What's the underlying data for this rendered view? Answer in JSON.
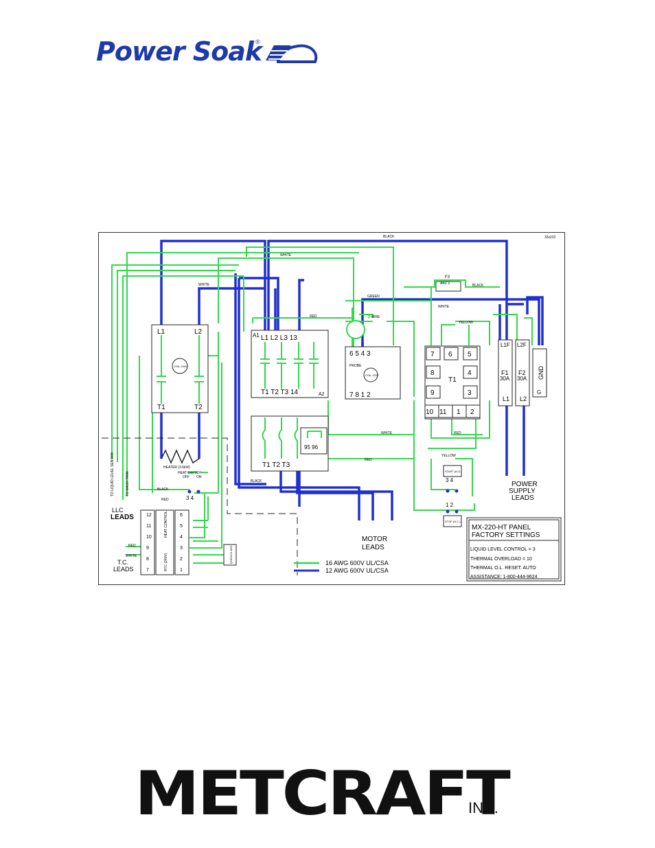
{
  "header": {
    "brand": "Power Soak",
    "brand_mark": "®",
    "logo_icon": "wave-logo-icon"
  },
  "schematic": {
    "drawing_no": "33x222",
    "wire_colors": {
      "black": "BLACK",
      "white": "WHITE",
      "red": "RED",
      "green": "GREEN",
      "yellow": "YELLOW"
    },
    "labels": {
      "two_wire": "2-WIRE",
      "probe": "PROBE",
      "coil_120v": "COIL 120V",
      "coil_240v": "COIL 240V",
      "heater": "HEATER (3.6kW)",
      "heat_switch": "HEAT SWITCH",
      "off": "OFF",
      "on": "ON",
      "to_liquid_level_sensor": "TO LIQUID LEVEL SENSOR",
      "to_wash_tank": "TO WASH TANK",
      "llc": "LLC",
      "leads": "LEADS",
      "tc": "T.C.",
      "tc_leads": "LEADS",
      "heat_control": "HEAT CONTROL",
      "rtc": "RTC (240V)",
      "quench": "QUENCH ARC",
      "motor_leads": [
        "MOTOR",
        "LEADS"
      ],
      "power_supply_leads": [
        "POWER",
        "SUPPLY",
        "LEADS"
      ],
      "start": "START (N.O.)",
      "stop": "STOP (N.C.)",
      "fuse": "F3",
      "fuse_rating": "ABC 2",
      "f1": "F1",
      "f1_rating": "30A",
      "f2": "F2",
      "f2_rating": "30A",
      "gnd": "GND",
      "g": "G",
      "l1f": "L1F",
      "l2f": "L2F",
      "motor_side": "MOTOR"
    },
    "legend": [
      {
        "color": "#2fd94a",
        "text": "16  AWG  600V  UL/CSA"
      },
      {
        "color": "#1f2fd0",
        "text": "12  AWG  600V  UL/CSA"
      }
    ],
    "title_block": {
      "title": "MX-220-HT   PANEL",
      "subtitle": "FACTORY  SETTINGS",
      "lines": [
        "LIQUID  LEVEL  CONTROL  =  3",
        "THERMAL  OVERLOAD  =  10",
        "THERMAL  O.L.  RESET:  AUTO",
        "ASSISTANCE:  1-800-444-9624"
      ]
    }
  },
  "footer": {
    "maker": "METCRAFT",
    "suffix": "INC."
  }
}
